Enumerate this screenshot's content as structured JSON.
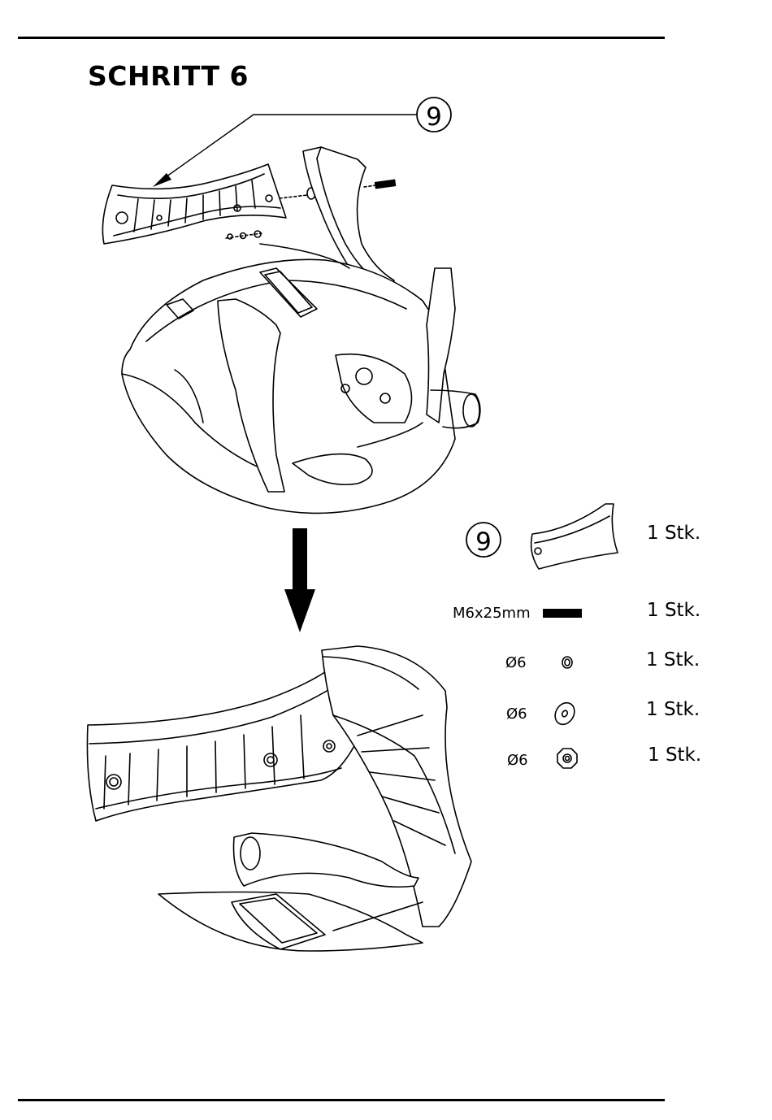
{
  "header": {
    "title": "SCHRITT 6"
  },
  "diagram": {
    "callout": "9"
  },
  "parts": [
    {
      "id": "part-9",
      "label": "9",
      "quantity": "1 Stk."
    },
    {
      "id": "bolt",
      "label": "M6x25mm",
      "quantity": "1 Stk."
    },
    {
      "id": "spring-washer",
      "label": "Ø6",
      "quantity": "1 Stk."
    },
    {
      "id": "flat-washer",
      "label": "Ø6",
      "quantity": "1 Stk."
    },
    {
      "id": "nut",
      "label": "Ø6",
      "quantity": "1 Stk."
    }
  ]
}
